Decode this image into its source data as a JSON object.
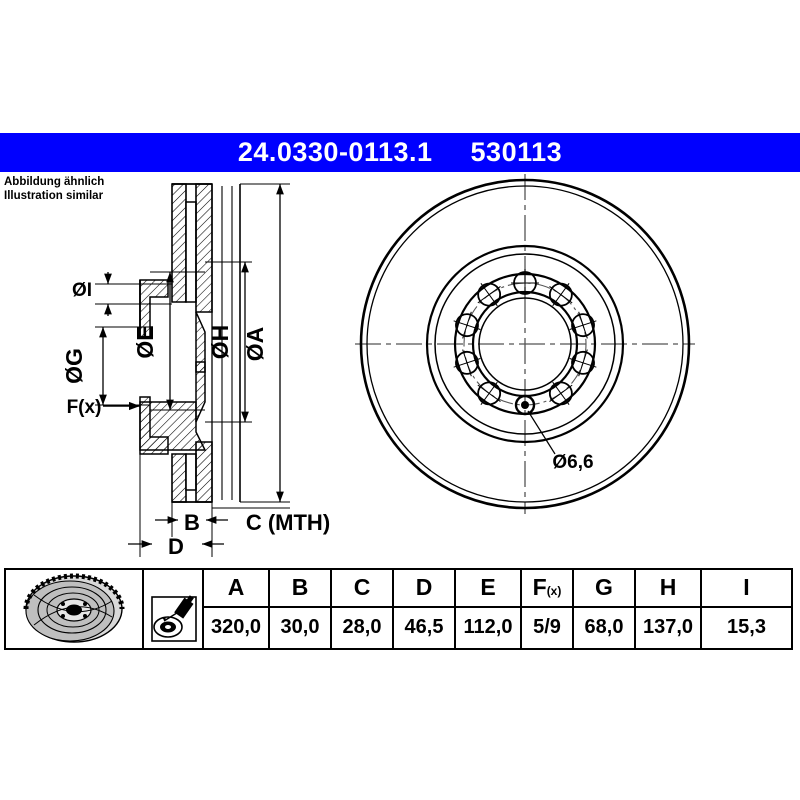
{
  "header": {
    "part_no": "24.0330-0113.1",
    "ref_no": "530113"
  },
  "caption": {
    "line_de": "Abbildung ähnlich",
    "line_en": "Illustration similar"
  },
  "colors": {
    "header_bg": "#0000FF",
    "header_text": "#FFFFFF",
    "line": "#000000",
    "centerline": "#555555",
    "paper": "#FFFFFF"
  },
  "drawing": {
    "section_view": {
      "name": "brake-disc-cross-section",
      "dimension_labels": [
        {
          "id": "I",
          "text": "ØI"
        },
        {
          "id": "G",
          "text": "ØG"
        },
        {
          "id": "E",
          "text": "ØE"
        },
        {
          "id": "H",
          "text": "ØH"
        },
        {
          "id": "A",
          "text": "ØA"
        },
        {
          "id": "Fx",
          "text": "F(x)"
        },
        {
          "id": "B",
          "text": "B"
        },
        {
          "id": "C",
          "text": "C (MTH)"
        },
        {
          "id": "D",
          "text": "D"
        }
      ]
    },
    "front_view": {
      "name": "brake-disc-front-view",
      "bolt_hole_count": 9,
      "annotations": [
        {
          "id": "small-hole",
          "text": "Ø6,6"
        }
      ]
    }
  },
  "table": {
    "columns": [
      "A",
      "B",
      "C",
      "D",
      "E",
      "F(x)",
      "G",
      "H",
      "I"
    ],
    "fx_label_main": "F",
    "fx_label_sub": "(x)",
    "values": [
      "320,0",
      "30,0",
      "28,0",
      "46,5",
      "112,0",
      "5/9",
      "68,0",
      "137,0",
      "15,3"
    ],
    "thumbnail_alt": "brake-disc-photo",
    "icon_alt": "installation-spray-icon"
  }
}
